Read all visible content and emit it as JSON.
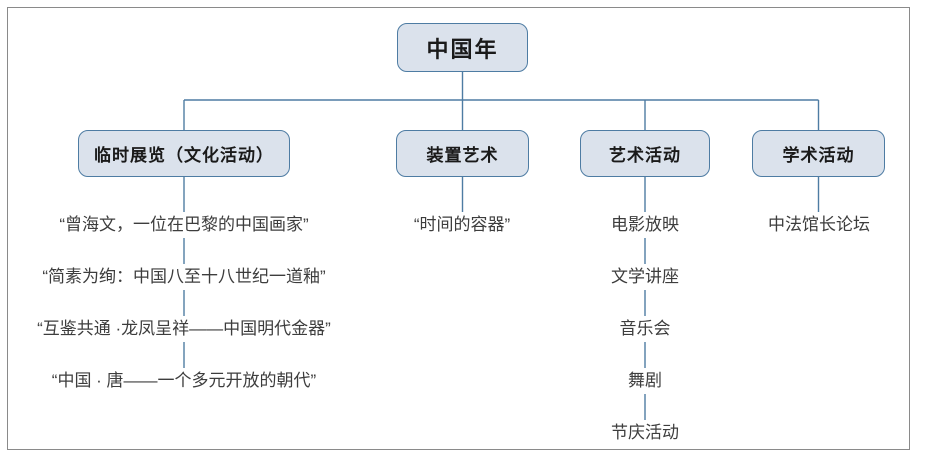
{
  "root": {
    "label": "中国年"
  },
  "branches": [
    {
      "label": "临时展览（文化活动）",
      "items": [
        "“曾海文，一位在巴黎的中国画家”",
        "“简素为绚：中国八至十八世纪一道釉”",
        "“互鉴共通 ·龙凤呈祥——中国明代金器”",
        "“中国 · 唐——一个多元开放的朝代”"
      ]
    },
    {
      "label": "装置艺术",
      "items": [
        "“时间的容器”"
      ]
    },
    {
      "label": "艺术活动",
      "items": [
        "电影放映",
        "文学讲座",
        "音乐会",
        "舞剧",
        "节庆活动"
      ]
    },
    {
      "label": "学术活动",
      "items": [
        "中法馆长论坛"
      ]
    }
  ],
  "colors": {
    "box_fill": "#dbe2ec",
    "box_border": "#4e7ca3",
    "line": "#4e7ca3",
    "frame_border": "#8a8a8a",
    "leaf_text": "#3d3d3d"
  }
}
